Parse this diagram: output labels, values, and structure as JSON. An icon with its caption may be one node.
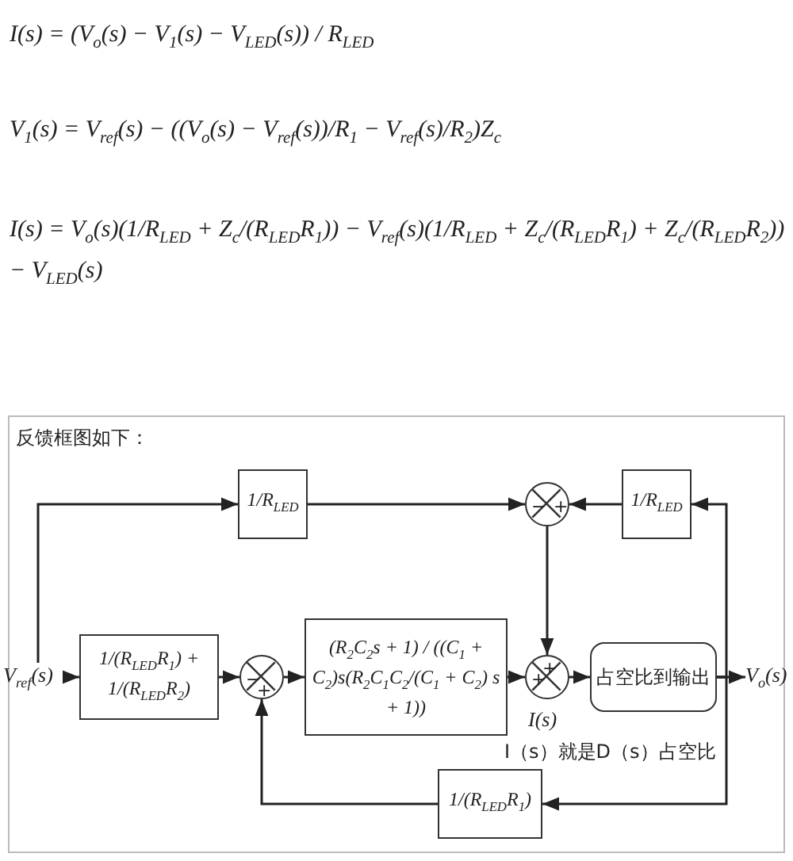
{
  "diagram": {
    "nodes": [
      {
        "text": [
          "V$_{ref}$(s)"
        ]
      },
      {
        "text": [
          "1/(R$_{LED}$R$_{1}$) + 1/(R$_{LED}$R$_{2}$)"
        ]
      },
      {
        "text": [
          "1/R$_{LED}$"
        ]
      },
      {
        "text": [
          "−",
          "+"
        ]
      },
      {
        "text": [
          "(R$_{2}$C$_{2}$s + 1) / ((C$_{1}$ + C$_{2}$)s(R$_{2}$C$_{1}$C$_{2}$/(C$_{1}$ + C$_{2}$) s + 1))"
        ]
      },
      {
        "text": [
          "−",
          "+"
        ]
      },
      {
        "text": [
          "1/R$_{LED}$"
        ]
      },
      {
        "text": [
          "+",
          "+"
        ],
        "beside": [
          "I(s)"
        ]
      },
      {
        "text": [
          "占空比到输出"
        ]
      },
      {
        "text": [
          "V$_{o}$(s)"
        ]
      },
      {
        "text": [
          "1/(R$_{LED}$R$_{1}$)"
        ]
      }
    ],
    "edges": [
      {
        "from": 0,
        "to": 1,
        "arrow": "to"
      },
      {
        "from": 0,
        "to": 2,
        "arrow": "to"
      },
      {
        "from": 1,
        "to": 3,
        "arrow": "to"
      },
      {
        "from": 3,
        "to": 4,
        "arrow": "to"
      },
      {
        "from": 4,
        "to": 7,
        "arrow": "to"
      },
      {
        "from": 2,
        "to": 5,
        "arrow": "to"
      },
      {
        "from": 6,
        "to": 5,
        "arrow": "to"
      },
      {
        "from": 5,
        "to": 7,
        "arrow": "to"
      },
      {
        "from": 7,
        "to": 8,
        "arrow": "to"
      },
      {
        "from": 8,
        "to": 9,
        "arrow": "to"
      },
      {
        "from": 8,
        "to": 6,
        "arrow": "to"
      },
      {
        "from": 8,
        "to": 10,
        "arrow": "to"
      },
      {
        "from": 10,
        "to": 3,
        "arrow": "to"
      }
    ],
    "labels": [
      "I(s) = (V$_{o}$(s) − V$_{1}$(s) − V$_{LED}$(s)) / R$_{LED}$",
      "V$_{1}$(s) = V$_{ref}$(s) − ((V$_{o}$(s) − V$_{ref}$(s))/R$_{1}$ − V$_{ref}$(s)/R$_{2}$)Z$_{c}$",
      "I(s) = V$_{o}$(s)(1/R$_{LED}$ + Z$_{c}$/(R$_{LED}$R$_{1}$)) − V$_{ref}$(s)(1/R$_{LED}$ + Z$_{c}$/(R$_{LED}$R$_{1}$) + Z$_{c}$/(R$_{LED}$R$_{2}$)) − V$_{LED}$(s)",
      "反馈框图如下：",
      "I（s）就是D（s）占空比"
    ]
  }
}
